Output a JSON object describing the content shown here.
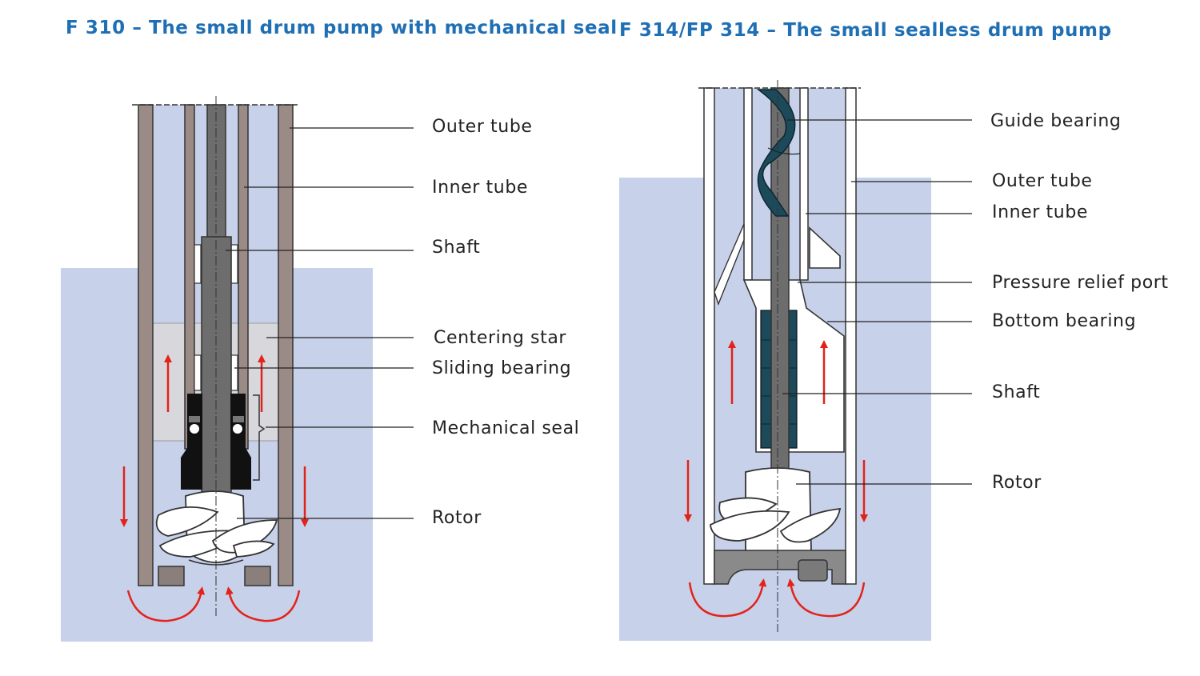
{
  "colors": {
    "liquid": "#c8d1ea",
    "tube_wall": "#9b8b86",
    "shaft": "#6d6d6d",
    "flow_arrow": "#e2231a",
    "title": "#1f6fb4",
    "seal": "#111111",
    "helix": "#1c4a5a"
  },
  "left_diagram": {
    "title": "F 310 – The small drum pump with mechanical seal",
    "labels": {
      "outer_tube": "Outer tube",
      "inner_tube": "Inner tube",
      "shaft": "Shaft",
      "centering_star": "Centering star",
      "sliding_bearing": "Sliding bearing",
      "mechanical_seal": "Mechanical seal",
      "rotor": "Rotor"
    }
  },
  "right_diagram": {
    "title": "F 314/FP 314 – The small sealless drum pump",
    "labels": {
      "guide_bearing": "Guide bearing",
      "outer_tube": "Outer tube",
      "inner_tube": "Inner tube",
      "pressure_relief_port": "Pressure relief port",
      "bottom_bearing": "Bottom bearing",
      "shaft": "Shaft",
      "rotor": "Rotor"
    }
  }
}
